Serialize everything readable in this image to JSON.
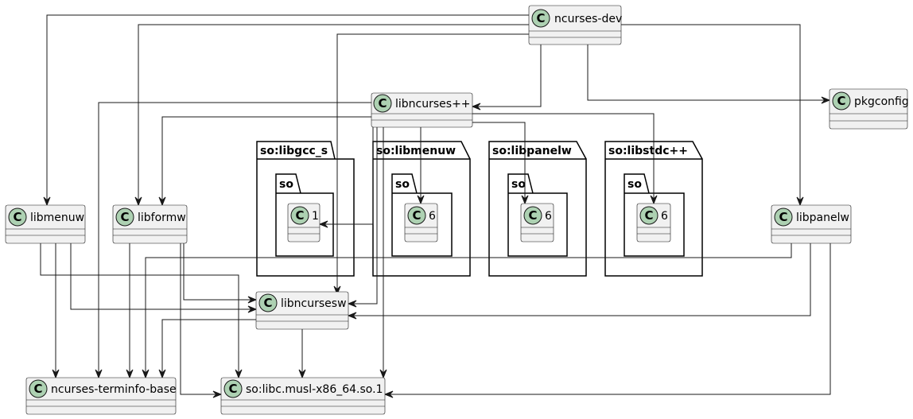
{
  "diagram": {
    "classes": {
      "ncurses_dev": "ncurses-dev",
      "libncursespp": "libncurses++",
      "pkgconfig": "pkgconfig",
      "libmenuw": "libmenuw",
      "libformw": "libformw",
      "libpanelw": "libpanelw",
      "libncursesw": "libncursesw",
      "terminfo_base": "ncurses-terminfo-base",
      "libc_musl": "so:libc.musl-x86_64.so.1",
      "gcc_so_1": "1",
      "menuw_so_6": "6",
      "panelw_so_6": "6",
      "stdcpp_so_6": "6"
    },
    "packages": {
      "libgcc_s": "so:libgcc_s",
      "libgcc_s_inner": "so",
      "libmenuw": "so:libmenuw",
      "libmenuw_inner": "so",
      "libpanelw": "so:libpanelw",
      "libpanelw_inner": "so",
      "libstdcpp": "so:libstdc++",
      "libstdcpp_inner": "so"
    },
    "class_icon_glyph": "C",
    "colors": {
      "class_fill": "#F1F1F1",
      "class_icon": "#ADD1B2",
      "line": "#181818"
    }
  }
}
